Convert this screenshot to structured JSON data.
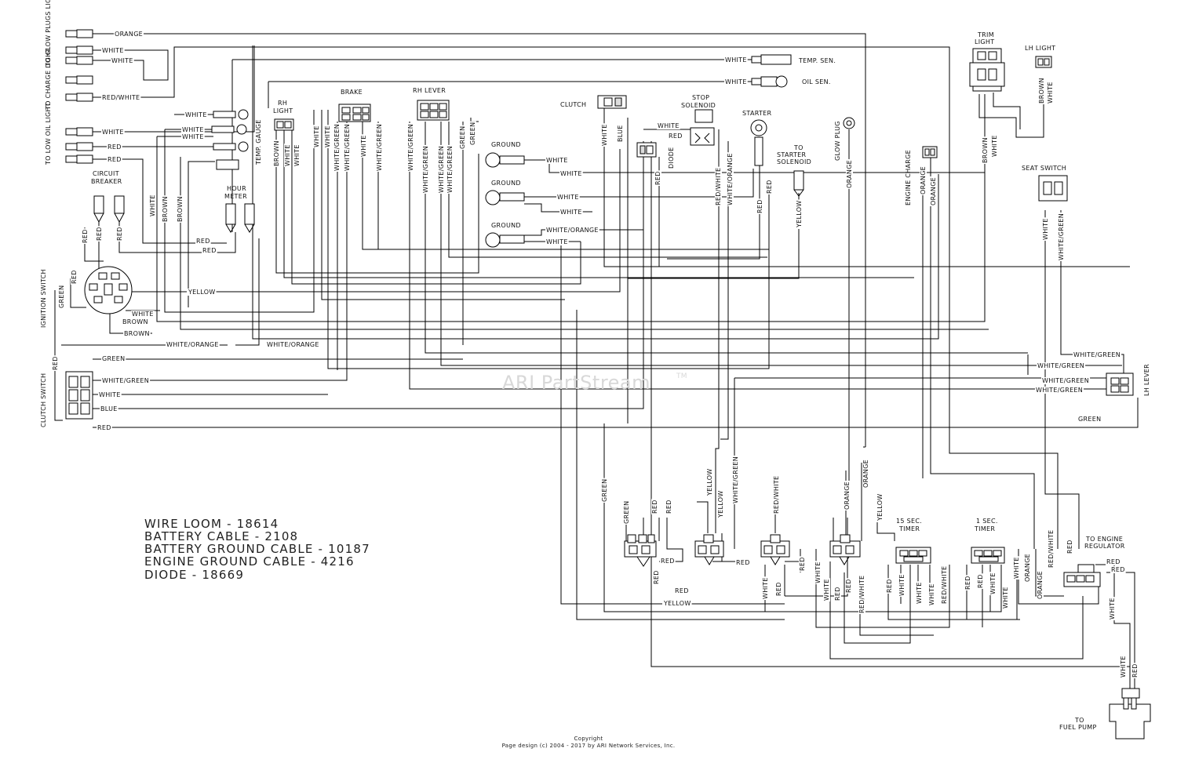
{
  "watermark": {
    "text": "ARI PartStream",
    "mark": "TM"
  },
  "footer": {
    "line1": "Copyright",
    "line2": "Page design (c) 2004 - 2017 by ARI Network Services, Inc."
  },
  "legend": [
    "WIRE LOOM - 18614",
    "BATTERY CABLE - 2108",
    "BATTERY GROUND CABLE - 10187",
    "ENGINE GROUND CABLE - 4216",
    "DIODE - 18669"
  ],
  "components": {
    "glow_plugs_light": "TO GLOW PLUGS LIGHT",
    "charge_light": "TO CHARGE LIGHT",
    "low_oil_light": "TO LOW OIL LIGHT",
    "circuit_breaker": "CIRCUIT BREAKER",
    "hour_meter": "HOUR METER",
    "ignition_switch": "IGNITION SWITCH",
    "clutch_switch": "CLUTCH SWITCH",
    "temp_gauge": "TEMP. GAUGE",
    "rh_light": "RH LIGHT",
    "brake": "BRAKE",
    "rh_lever": "RH LEVER",
    "clutch": "CLUTCH",
    "ground": "GROUND",
    "diode": "DIODE",
    "stop_solenoid": "STOP SOLENOID",
    "starter": "STARTER",
    "starter_solenoid": "TO STARTER SOLENOID",
    "glow_plug": "GLOW PLUG",
    "engine_charge": "ENGINE CHARGE",
    "temp_sen": "TEMP. SEN.",
    "oil_sen": "OIL SEN.",
    "trim_light": "TRIM LIGHT",
    "lh_light": "LH LIGHT",
    "seat_switch": "SEAT SWITCH",
    "lh_lever": "LH LEVER",
    "timer_15": "15 SEC. TIMER",
    "timer_1": "1 SEC. TIMER",
    "engine_regulator": "TO ENGINE REGULATOR",
    "fuel_pump": "TO FUEL PUMP"
  },
  "wire_labels": {
    "orange": "ORANGE",
    "white": "WHITE",
    "red": "RED",
    "red_white": "RED/WHITE",
    "brown": "BROWN",
    "green": "GREEN",
    "blue": "BLUE",
    "yellow": "YELLOW",
    "white_green": "WHITE/GREEN",
    "white_orange": "WHITE/ORANGE"
  }
}
